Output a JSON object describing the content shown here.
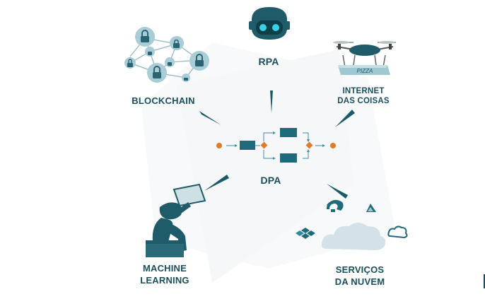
{
  "colors": {
    "primary": "#1b5a68",
    "accent": "#e07b2a",
    "light": "#9fc7d1",
    "cloud": "#d3e1e6",
    "watermark": "#f3f5f6"
  },
  "nodes": {
    "blockchain": {
      "label": "BLOCKCHAIN",
      "icon": "blockchain-network-icon"
    },
    "rpa": {
      "label": "RPA",
      "icon": "robot-head-icon"
    },
    "iot": {
      "label_line1": "INTERNET",
      "label_line2": "DAS COISAS",
      "icon": "delivery-drone-icon",
      "package_text": "PIZZA"
    },
    "dpa": {
      "label": "DPA",
      "icon": "process-flow-icon"
    },
    "ml": {
      "label_line1": "MACHINE",
      "label_line2": "LEARNING",
      "icon": "thinker-tablet-icon"
    },
    "cloud": {
      "label_line1": "SERVIÇOS",
      "label_line2": "DA NUVEM",
      "icon": "cloud-services-icon"
    }
  }
}
